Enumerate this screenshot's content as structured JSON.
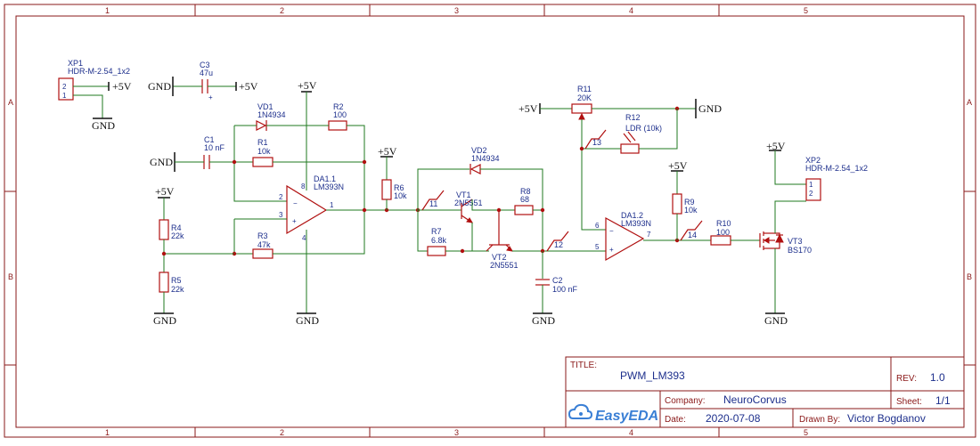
{
  "grid": {
    "columns": [
      "1",
      "2",
      "3",
      "4",
      "5"
    ],
    "rows": [
      "A",
      "B"
    ]
  },
  "title_block": {
    "title_label": "TITLE:",
    "title": "PWM_LM393",
    "rev_label": "REV:",
    "rev": "1.0",
    "company_label": "Company:",
    "company": "NeuroCorvus",
    "sheet_label": "Sheet:",
    "sheet": "1/1",
    "date_label": "Date:",
    "date": "2020-07-08",
    "drawn_label": "Drawn By:",
    "drawn": "Victor Bogdanov",
    "logo": "EasyEDA"
  },
  "power": {
    "vcc": "+5V",
    "gnd": "GND"
  },
  "components": {
    "xp1": {
      "ref": "XP1",
      "value": "HDR-M-2.54_1x2",
      "pin1": "1",
      "pin2": "2"
    },
    "xp2": {
      "ref": "XP2",
      "value": "HDR-M-2.54_1x2",
      "pin1": "1",
      "pin2": "2"
    },
    "c3": {
      "ref": "C3",
      "value": "47u"
    },
    "c1": {
      "ref": "C1",
      "value": "10 nF"
    },
    "c2": {
      "ref": "C2",
      "value": "100 nF"
    },
    "vd1": {
      "ref": "VD1",
      "value": "1N4934"
    },
    "vd2": {
      "ref": "VD2",
      "value": "1N4934"
    },
    "r1": {
      "ref": "R1",
      "value": "10k"
    },
    "r2": {
      "ref": "R2",
      "value": "100"
    },
    "r3": {
      "ref": "R3",
      "value": "47k"
    },
    "r4": {
      "ref": "R4",
      "value": "22k"
    },
    "r5": {
      "ref": "R5",
      "value": "22k"
    },
    "r6": {
      "ref": "R6",
      "value": "10k"
    },
    "r7": {
      "ref": "R7",
      "value": "6.8k"
    },
    "r8": {
      "ref": "R8",
      "value": "68"
    },
    "r9": {
      "ref": "R9",
      "value": "10k"
    },
    "r10": {
      "ref": "R10",
      "value": "100"
    },
    "r11": {
      "ref": "R11",
      "value": "20K"
    },
    "r12": {
      "ref": "R12",
      "value": "LDR (10k)"
    },
    "da11": {
      "ref": "DA1.1",
      "value": "LM393N",
      "pin_inv": "2",
      "pin_noninv": "3",
      "pin_out": "1",
      "pin_gnd": "4",
      "pin_vcc": "8"
    },
    "da12": {
      "ref": "DA1.2",
      "value": "LM393N",
      "pin_inv": "6",
      "pin_noninv": "5",
      "pin_out": "7"
    },
    "vt1": {
      "ref": "VT1",
      "value": "2N5551"
    },
    "vt2": {
      "ref": "VT2",
      "value": "2N5551"
    },
    "vt3": {
      "ref": "VT3",
      "value": "BS170"
    }
  },
  "net_flags": [
    "11",
    "12",
    "13",
    "14"
  ]
}
